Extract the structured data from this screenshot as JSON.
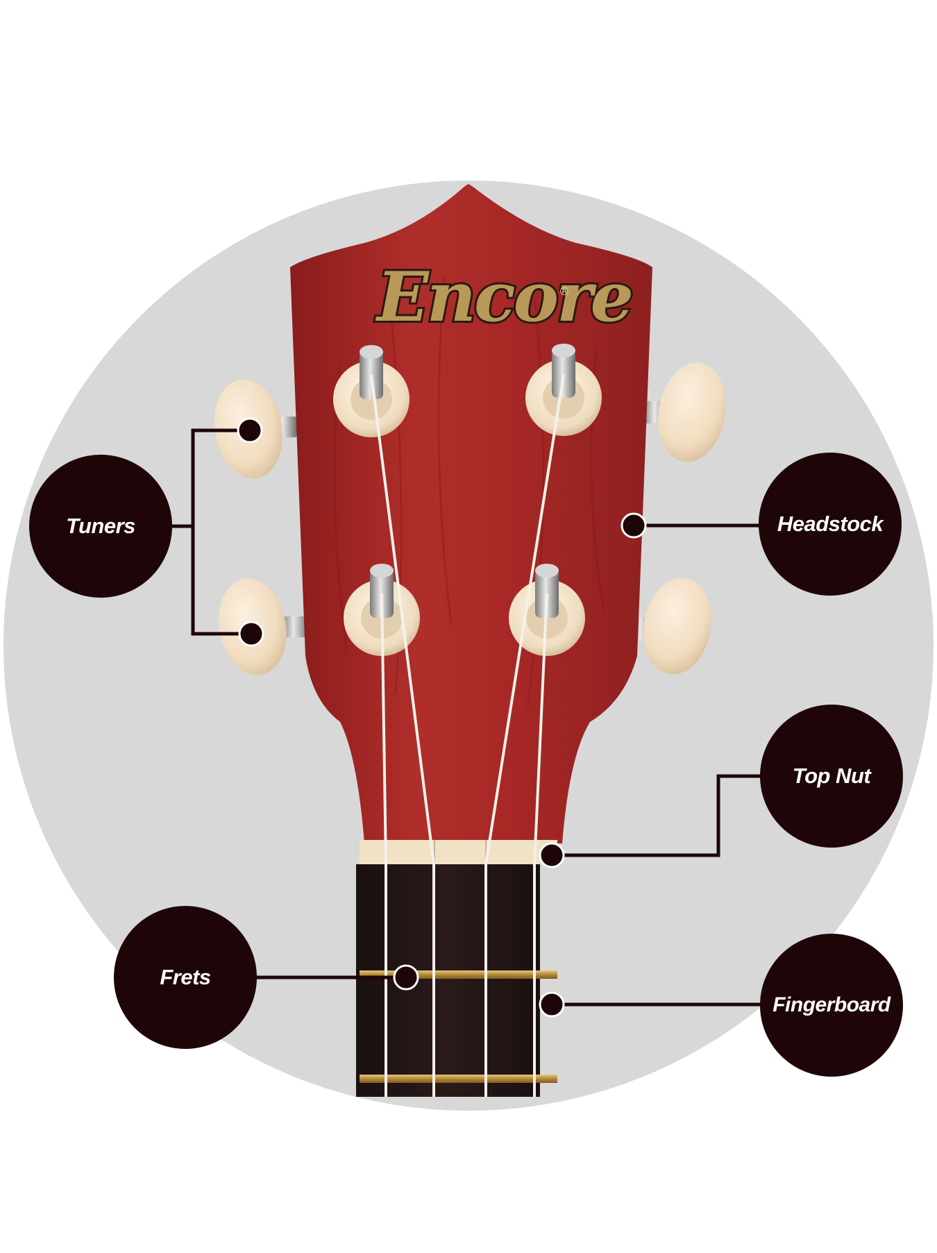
{
  "brand": {
    "logo_text": "Encore",
    "registered_mark": "®"
  },
  "labels": {
    "tuners": "Tuners",
    "headstock": "Headstock",
    "top_nut": "Top Nut",
    "frets": "Frets",
    "fingerboard": "Fingerboard"
  },
  "colors": {
    "background_circle": "#d8d8d8",
    "callout": "#1e0608",
    "headstock_wood": "#a02626",
    "tuner_button": "#f3dfc4",
    "fingerboard": "#221515",
    "nut": "#f1e2c5",
    "fret_wire": "#c9a24a",
    "logo_gold": "#b8995a"
  }
}
